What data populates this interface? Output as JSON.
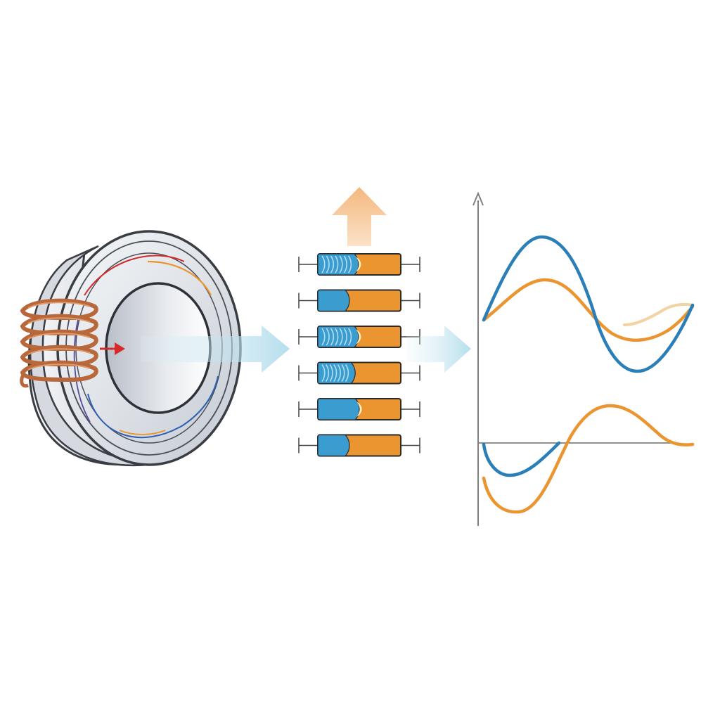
{
  "colors": {
    "background": "#ffffff",
    "ring_face": "#e7eaee",
    "ring_shadow": "#c9ced6",
    "ring_outline": "#3a3d44",
    "copper": "#b8683a",
    "copper_light": "#e09a6a",
    "red": "#d42a2a",
    "blue": "#3b9cd0",
    "blue_line": "#2a7fb8",
    "orange": "#ea9530",
    "orange_light": "#f1d3a4",
    "flow_arrow": "#bfe2ef",
    "up_arrow": "#f6c597",
    "axis": "#808080"
  },
  "icons": {
    "ring": "toroidal-core-icon",
    "coil": "copper-coil-icon",
    "input_arrow": "red-arrow-icon",
    "flow_arrow_1": "flow-arrow-icon",
    "flow_arrow_2": "flow-arrow-icon",
    "up_arrow": "up-arrow-icon"
  },
  "cells": [
    {
      "blue_fraction": 0.44,
      "textured": true,
      "highlight": true
    },
    {
      "blue_fraction": 0.33,
      "textured": false,
      "highlight": false
    },
    {
      "blue_fraction": 0.44,
      "textured": true,
      "highlight": true
    },
    {
      "blue_fraction": 0.4,
      "textured": true,
      "highlight": false
    },
    {
      "blue_fraction": 0.45,
      "textured": false,
      "highlight": true
    },
    {
      "blue_fraction": 0.33,
      "textured": false,
      "highlight": false
    }
  ],
  "chart_data": {
    "type": "line",
    "grid": false,
    "legend": "none",
    "axis_labels": "none",
    "panels": [
      {
        "position": "upper",
        "series": [
          {
            "color": "#2a7fb8",
            "shape": "large sine wave, peak then trough, rising at right"
          },
          {
            "color": "#ea9530",
            "shape": "smaller sine wave, peak then shallow trough"
          },
          {
            "color": "#f1d3a4",
            "shape": "faint short echo curve at right"
          }
        ]
      },
      {
        "position": "lower",
        "series": [
          {
            "color": "#2a7fb8",
            "shape": "short dip below baseline at left"
          },
          {
            "color": "#ea9530",
            "shape": "deep dip below baseline then peak above and decay"
          }
        ]
      }
    ]
  }
}
